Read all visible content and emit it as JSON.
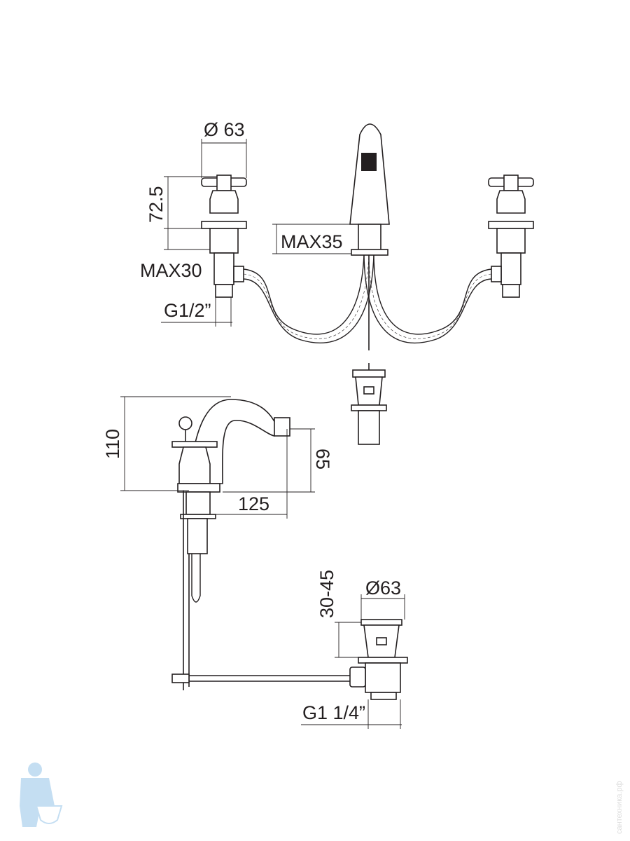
{
  "top_view": {
    "dia_handle": "Ø 63",
    "height_handle": "72.5",
    "max_deck_left": "MAX30",
    "thread_inlet": "G1/2”",
    "max_deck_spout": "MAX35"
  },
  "side_view": {
    "height_total": "110",
    "spout_height": "65",
    "spout_reach": "125"
  },
  "waste_view": {
    "range": "30-45",
    "dia": "Ø63",
    "thread": "G1 1/4”"
  },
  "watermark": {
    "site": "сантехника.рф",
    "logo": "plumber-mascot"
  }
}
